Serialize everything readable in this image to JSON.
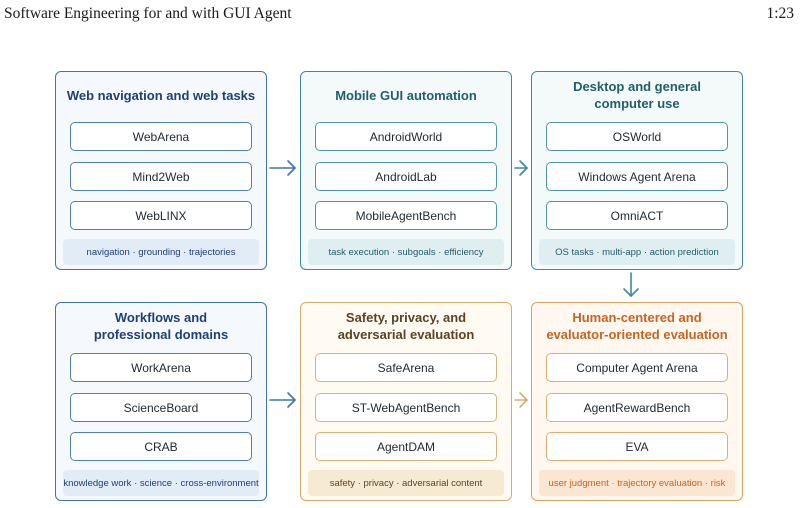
{
  "header": {
    "title": "Software Engineering for and with GUI Agent",
    "page": "1:23"
  },
  "panels": [
    {
      "title": "Web navigation and web tasks",
      "items": [
        "WebArena",
        "Mind2Web",
        "WebLINX"
      ],
      "tags": "navigation · grounding · trajectories"
    },
    {
      "title": "Mobile GUI automation",
      "items": [
        "AndroidWorld",
        "AndroidLab",
        "MobileAgentBench"
      ],
      "tags": "task execution · subgoals · efficiency"
    },
    {
      "title": "Desktop and general computer use",
      "items": [
        "OSWorld",
        "Windows Agent Arena",
        "OmniACT"
      ],
      "tags": "OS tasks · multi-app · action prediction"
    },
    {
      "title": "Workflows and professional domains",
      "items": [
        "WorkArena",
        "ScienceBoard",
        "CRAB"
      ],
      "tags": "knowledge work · science · cross-environment"
    },
    {
      "title": "Safety, privacy, and adversarial evaluation",
      "items": [
        "SafeArena",
        "ST-WebAgentBench",
        "AgentDAM"
      ],
      "tags": "safety · privacy · adversarial content"
    },
    {
      "title": "Human-centered and evaluator-oriented evaluation",
      "items": [
        "Computer Agent Arena",
        "AgentRewardBench",
        "EVA"
      ],
      "tags": "user judgment · trajectory evaluation · risk"
    }
  ],
  "colors": {
    "blue": "#3c74b4",
    "teal": "#3b8a98",
    "gold": "#dcaa6d",
    "orange": "#e3a05a"
  }
}
